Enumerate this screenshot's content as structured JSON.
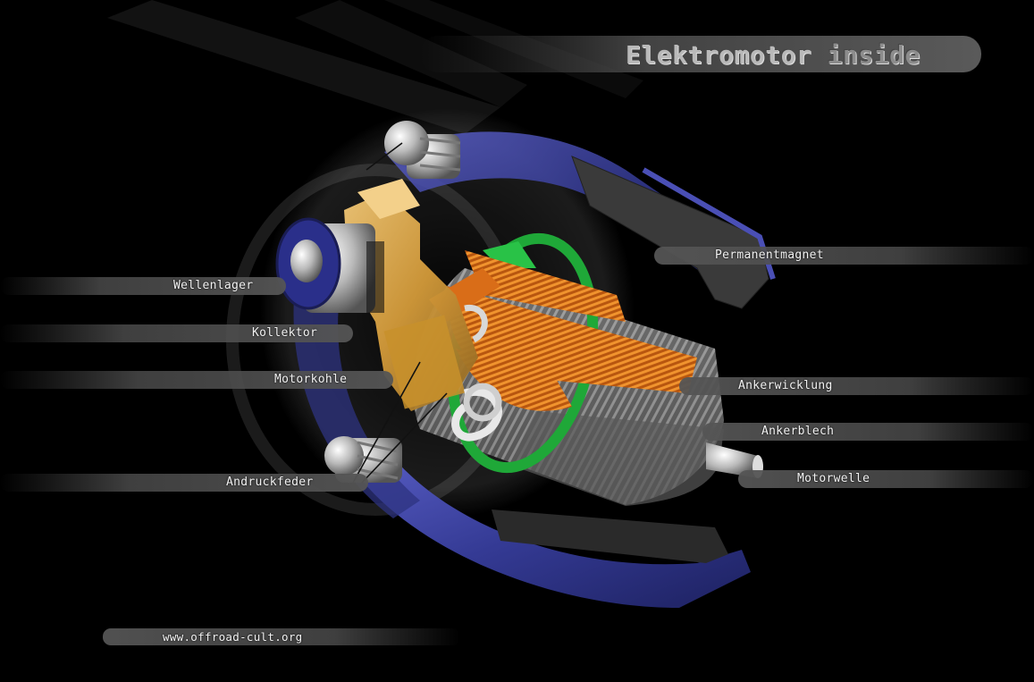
{
  "header": {
    "title_main": "Elektromotor",
    "title_suffix": "inside"
  },
  "labels": {
    "wellenlager": "Wellenlager",
    "kollektor": "Kollektor",
    "motorkohle": "Motorkohle",
    "andruckfeder": "Andruckfeder",
    "permanentmagnet": "Permanentmagnet",
    "ankerwicklung": "Ankerwicklung",
    "ankerblech": "Ankerblech",
    "motorwelle": "Motorwelle"
  },
  "footer": {
    "url": "www.offroad-cult.org"
  },
  "colors": {
    "background": "#000000",
    "magnet_blue": "#3a3f9e",
    "winding_copper": "#e07a1f",
    "brush_gold": "#d8a642",
    "insulator_green": "#1fa838",
    "lamination_gray": "#7a7a7a"
  }
}
